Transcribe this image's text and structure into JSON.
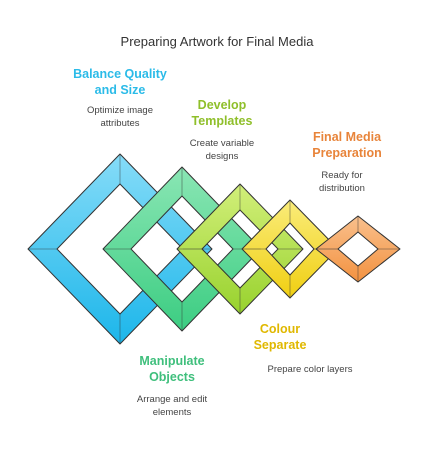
{
  "title": "Preparing Artwork for Final Media",
  "colors": {
    "blue": "#2bbbe8",
    "green": "#4fd08f",
    "lime": "#a8d93a",
    "yellow": "#f1d51f",
    "orange": "#f3964a",
    "outline": "#333333"
  },
  "steps": [
    {
      "label_line1": "Balance Quality",
      "label_line2": "and Size",
      "desc_line1": "Optimize image",
      "desc_line2": "attributes",
      "color": "#2bbbe8"
    },
    {
      "label_line1": "Manipulate",
      "label_line2": "Objects",
      "desc_line1": "Arrange and edit",
      "desc_line2": "elements",
      "color": "#3fbf7c"
    },
    {
      "label_line1": "Develop",
      "label_line2": "Templates",
      "desc_line1": "Create variable",
      "desc_line2": "designs",
      "color": "#8fbf2a"
    },
    {
      "label_line1": "Colour",
      "label_line2": "Separate",
      "desc_line1": "Prepare color layers",
      "desc_line2": "",
      "color": "#e0b800"
    },
    {
      "label_line1": "Final Media",
      "label_line2": "Preparation",
      "desc_line1": "Ready for",
      "desc_line2": "distribution",
      "color": "#e8843a"
    }
  ]
}
